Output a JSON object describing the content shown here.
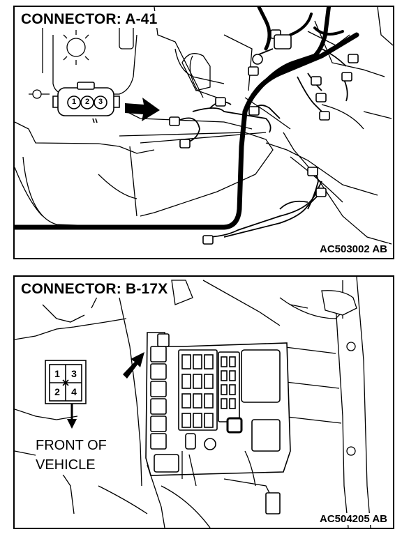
{
  "panels": [
    {
      "title": "CONNECTOR: A-41",
      "code": "AC503002",
      "code_suffix": "AB",
      "pins": [
        "1",
        "2",
        "3"
      ]
    },
    {
      "title": "CONNECTOR: B-17X",
      "code": "AC504205",
      "code_suffix": "AB",
      "pins": [
        "1",
        "2",
        "3",
        "4"
      ],
      "direction_label_line1": "FRONT OF",
      "direction_label_line2": "VEHICLE"
    }
  ],
  "colors": {
    "line": "#000000",
    "background": "#ffffff"
  }
}
